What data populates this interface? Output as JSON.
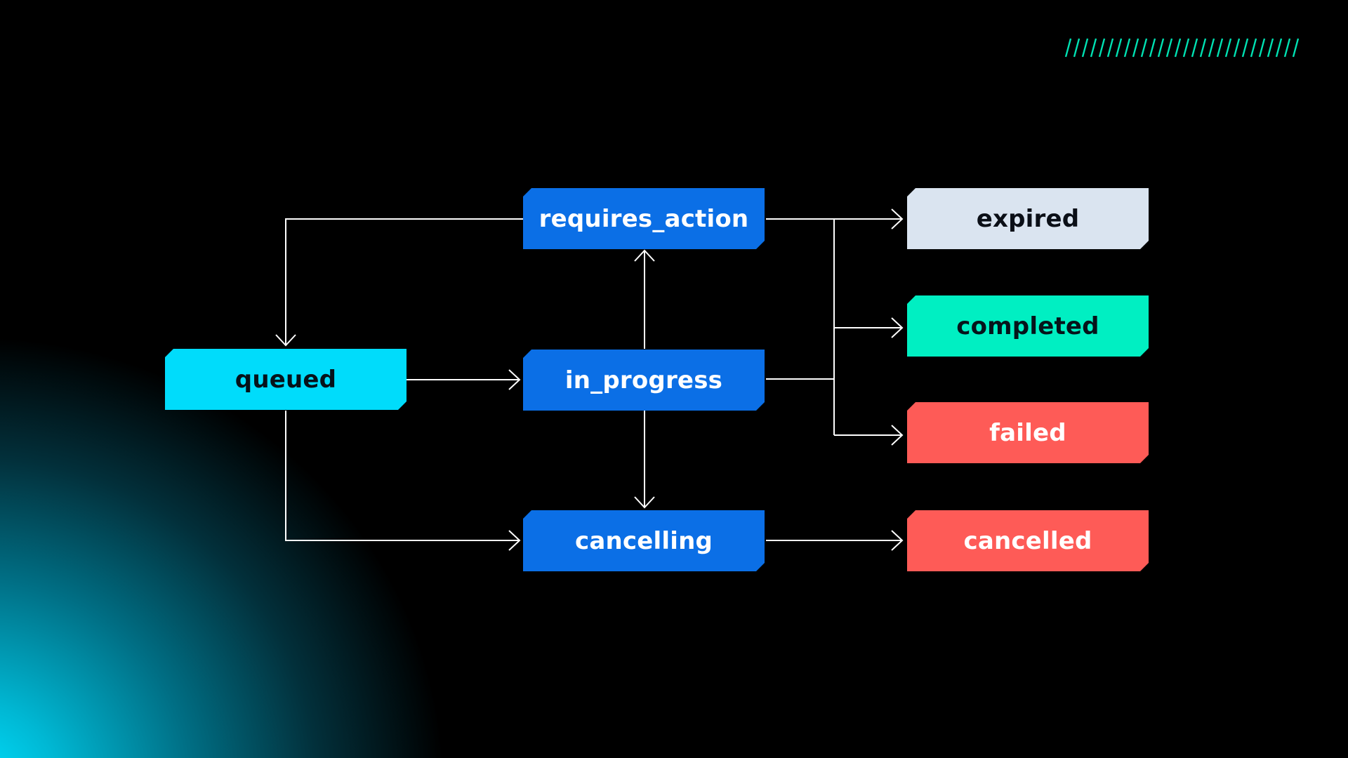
{
  "diagram": {
    "nodes": {
      "requires_action": "requires_action",
      "queued": "queued",
      "in_progress": "in_progress",
      "cancelling": "cancelling",
      "expired": "expired",
      "completed": "completed",
      "failed": "failed",
      "cancelled": "cancelled"
    },
    "edges": [
      {
        "from": "queued",
        "to": "in_progress"
      },
      {
        "from": "queued",
        "to": "cancelling"
      },
      {
        "from": "requires_action",
        "to": "queued"
      },
      {
        "from": "in_progress",
        "to": "requires_action"
      },
      {
        "from": "in_progress",
        "to": "cancelling"
      },
      {
        "from": "requires_action",
        "to": "expired"
      },
      {
        "from": "in_progress",
        "to": "expired"
      },
      {
        "from": "in_progress",
        "to": "completed"
      },
      {
        "from": "in_progress",
        "to": "failed"
      },
      {
        "from": "cancelling",
        "to": "cancelled"
      }
    ]
  },
  "colors": {
    "background": "#000000",
    "glow": "#00e1ff",
    "in_flight_node": "#0b6fe6",
    "queued_node": "#00dcfb",
    "expired_node": "#dae4f0",
    "completed_node": "#00efc2",
    "failed_node": "#fe5b57",
    "connector": "#ffffff",
    "hatch_accent": "#00e2b3"
  },
  "decor": {
    "hatch_mark": "green-hatch-stripes"
  }
}
